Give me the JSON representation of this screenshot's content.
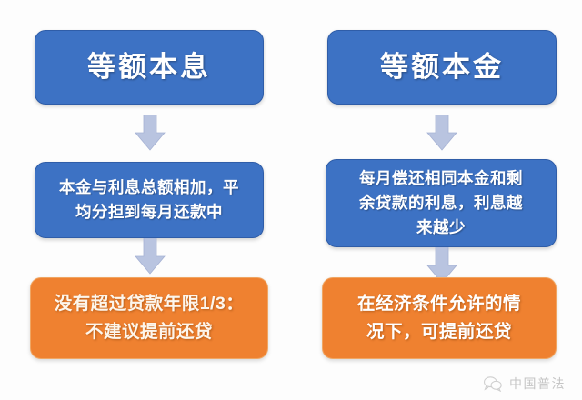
{
  "diagram": {
    "type": "flowchart",
    "orientation": "two-column top-to-bottom",
    "background_color": "#fdfdfd",
    "colors": {
      "header_blue": "#3d72c4",
      "header_blue_border": "#2f5da8",
      "body_blue": "#3d72c4",
      "conclusion_orange": "#ef8130",
      "conclusion_orange_border": "#f0a663",
      "arrow_fill": "#b9c4e0",
      "arrow_stroke": "#9aa8cc",
      "text_white": "#ffffff",
      "text_cream": "#fdf6ec"
    }
  },
  "columns": [
    {
      "id": "equal-installment",
      "header": "等额本息",
      "description": "本金与利息总额相加，平\n均分担到每月还款中",
      "conclusion_plain": "没有超过贷款年限1/3：\n不建议提前还贷",
      "conclusion_parts": [
        {
          "text": "没有超过贷款年限1/3：\n",
          "emphasis": false
        },
        {
          "text": "不建议提前还贷",
          "emphasis": false
        }
      ]
    },
    {
      "id": "equal-principal",
      "header": "等额本金",
      "description": "每月偿还相同本金和剩\n余贷款的利息，利息越\n来越少",
      "conclusion_plain": "在经济条件允许的情\n况下，可提前还贷",
      "conclusion_parts": [
        {
          "text": "在经济条件允许的情\n况下，",
          "emphasis": false
        },
        {
          "text": "可提前还贷",
          "emphasis": true
        }
      ]
    }
  ],
  "arrows": [
    {
      "id": "arrow-left-top",
      "direction": "down",
      "from": "header",
      "to": "description"
    },
    {
      "id": "arrow-left-bottom",
      "direction": "down",
      "from": "description",
      "to": "conclusion"
    },
    {
      "id": "arrow-right-top",
      "direction": "down",
      "from": "header",
      "to": "description"
    },
    {
      "id": "arrow-right-bottom",
      "direction": "down",
      "from": "description",
      "to": "conclusion"
    }
  ],
  "watermark": {
    "icon": "wechat-bubble-icon",
    "text": "中国普法"
  }
}
